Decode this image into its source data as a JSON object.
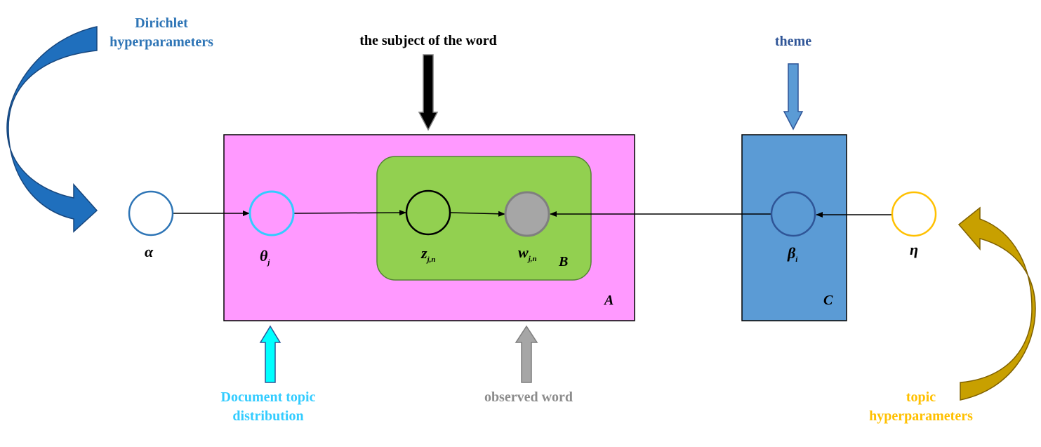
{
  "colors": {
    "plate_a": "#ff99ff",
    "plate_b": "#92d050",
    "plate_c": "#5b9bd5",
    "alpha_node": "#2e75b6",
    "theta_node": "#33ccff",
    "eta_node": "#ffc000",
    "observed_node": "#a6a6a6",
    "dirichlet_text": "#2e75b6",
    "topic_text": "#ffc000",
    "doc_topic_text": "#33ccff",
    "observed_text": "#8c8c8c",
    "theme_text": "#2f5597",
    "subject_text": "#000000"
  },
  "labels": {
    "dirichlet_line1": "Dirichlet",
    "dirichlet_line2": "hyperparameters",
    "subject": "the subject of the word",
    "theme": "theme",
    "doc_topic_line1": "Document topic",
    "doc_topic_line2": "distribution",
    "observed": "observed word",
    "topic_line1": "topic",
    "topic_line2": "hyperparameters"
  },
  "plates": {
    "a": "A",
    "b": "B",
    "c": "C"
  },
  "nodes": {
    "alpha": {
      "symbol": "α",
      "sub": ""
    },
    "theta": {
      "symbol": "θ",
      "sub": "j"
    },
    "z": {
      "symbol": "z",
      "sub": "j,n"
    },
    "w": {
      "symbol": "w",
      "sub": "j,n"
    },
    "beta": {
      "symbol": "β",
      "sub": "i"
    },
    "eta": {
      "symbol": "η",
      "sub": ""
    }
  }
}
